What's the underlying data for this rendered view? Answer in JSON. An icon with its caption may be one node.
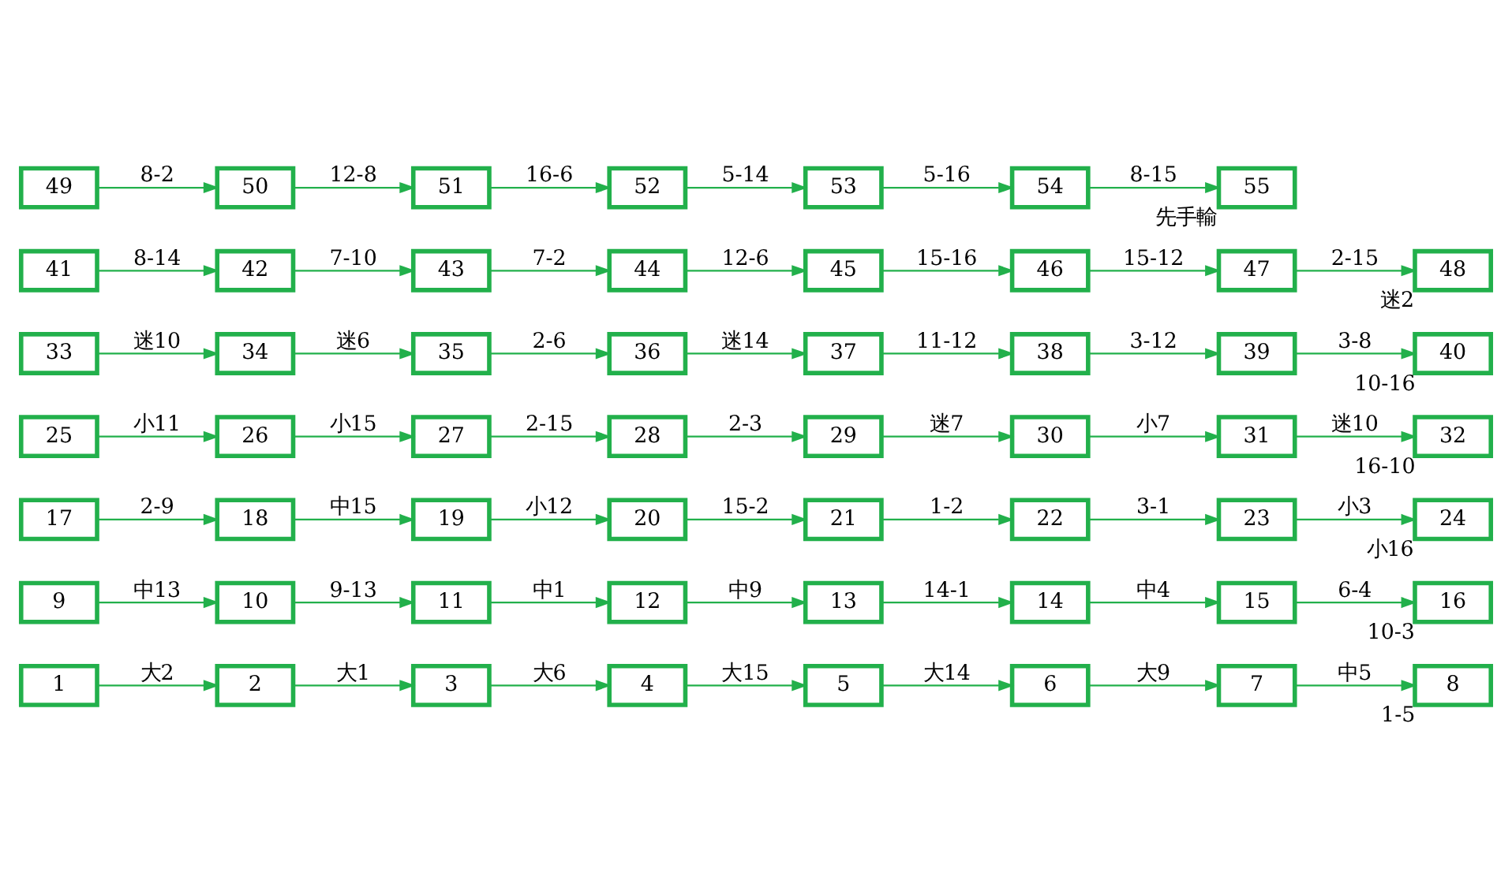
{
  "diagram": {
    "nodes": [
      {
        "text": [
          "1"
        ]
      },
      {
        "text": [
          "2"
        ]
      },
      {
        "text": [
          "3"
        ]
      },
      {
        "text": [
          "4"
        ]
      },
      {
        "text": [
          "5"
        ]
      },
      {
        "text": [
          "6"
        ]
      },
      {
        "text": [
          "7"
        ]
      },
      {
        "text": [
          "8"
        ],
        "beside": [
          "1-5"
        ]
      },
      {
        "text": [
          "9"
        ]
      },
      {
        "text": [
          "10"
        ]
      },
      {
        "text": [
          "11"
        ]
      },
      {
        "text": [
          "12"
        ]
      },
      {
        "text": [
          "13"
        ]
      },
      {
        "text": [
          "14"
        ]
      },
      {
        "text": [
          "15"
        ]
      },
      {
        "text": [
          "16"
        ],
        "beside": [
          "10-3"
        ]
      },
      {
        "text": [
          "17"
        ]
      },
      {
        "text": [
          "18"
        ]
      },
      {
        "text": [
          "19"
        ]
      },
      {
        "text": [
          "20"
        ]
      },
      {
        "text": [
          "21"
        ]
      },
      {
        "text": [
          "22"
        ]
      },
      {
        "text": [
          "23"
        ]
      },
      {
        "text": [
          "24"
        ],
        "beside": [
          "小16"
        ]
      },
      {
        "text": [
          "25"
        ]
      },
      {
        "text": [
          "26"
        ]
      },
      {
        "text": [
          "27"
        ]
      },
      {
        "text": [
          "28"
        ]
      },
      {
        "text": [
          "29"
        ]
      },
      {
        "text": [
          "30"
        ]
      },
      {
        "text": [
          "31"
        ]
      },
      {
        "text": [
          "32"
        ],
        "beside": [
          "16-10"
        ]
      },
      {
        "text": [
          "33"
        ]
      },
      {
        "text": [
          "34"
        ]
      },
      {
        "text": [
          "35"
        ]
      },
      {
        "text": [
          "36"
        ]
      },
      {
        "text": [
          "37"
        ]
      },
      {
        "text": [
          "38"
        ]
      },
      {
        "text": [
          "39"
        ]
      },
      {
        "text": [
          "40"
        ],
        "beside": [
          "10-16"
        ]
      },
      {
        "text": [
          "41"
        ]
      },
      {
        "text": [
          "42"
        ]
      },
      {
        "text": [
          "43"
        ]
      },
      {
        "text": [
          "44"
        ]
      },
      {
        "text": [
          "45"
        ]
      },
      {
        "text": [
          "46"
        ]
      },
      {
        "text": [
          "47"
        ]
      },
      {
        "text": [
          "48"
        ],
        "beside": [
          "迷2"
        ]
      },
      {
        "text": [
          "49"
        ]
      },
      {
        "text": [
          "50"
        ]
      },
      {
        "text": [
          "51"
        ]
      },
      {
        "text": [
          "52"
        ]
      },
      {
        "text": [
          "53"
        ]
      },
      {
        "text": [
          "54"
        ]
      },
      {
        "text": [
          "55"
        ],
        "beside": [
          "先手輸"
        ]
      }
    ],
    "edges": [
      {
        "from": 0,
        "to": 1,
        "arrow": "to",
        "label": "大2"
      },
      {
        "from": 1,
        "to": 2,
        "arrow": "to",
        "label": "大1"
      },
      {
        "from": 2,
        "to": 3,
        "arrow": "to",
        "label": "大6"
      },
      {
        "from": 3,
        "to": 4,
        "arrow": "to",
        "label": "大15"
      },
      {
        "from": 4,
        "to": 5,
        "arrow": "to",
        "label": "大14"
      },
      {
        "from": 5,
        "to": 6,
        "arrow": "to",
        "label": "大9"
      },
      {
        "from": 6,
        "to": 7,
        "arrow": "to",
        "label": "中5"
      },
      {
        "from": 8,
        "to": 9,
        "arrow": "to",
        "label": "中13"
      },
      {
        "from": 9,
        "to": 10,
        "arrow": "to",
        "label": "9-13"
      },
      {
        "from": 10,
        "to": 11,
        "arrow": "to",
        "label": "中1"
      },
      {
        "from": 11,
        "to": 12,
        "arrow": "to",
        "label": "中9"
      },
      {
        "from": 12,
        "to": 13,
        "arrow": "to",
        "label": "14-1"
      },
      {
        "from": 13,
        "to": 14,
        "arrow": "to",
        "label": "中4"
      },
      {
        "from": 14,
        "to": 15,
        "arrow": "to",
        "label": "6-4"
      },
      {
        "from": 16,
        "to": 17,
        "arrow": "to",
        "label": "2-9"
      },
      {
        "from": 17,
        "to": 18,
        "arrow": "to",
        "label": "中15"
      },
      {
        "from": 18,
        "to": 19,
        "arrow": "to",
        "label": "小12"
      },
      {
        "from": 19,
        "to": 20,
        "arrow": "to",
        "label": "15-2"
      },
      {
        "from": 20,
        "to": 21,
        "arrow": "to",
        "label": "1-2"
      },
      {
        "from": 21,
        "to": 22,
        "arrow": "to",
        "label": "3-1"
      },
      {
        "from": 22,
        "to": 23,
        "arrow": "to",
        "label": "小3"
      },
      {
        "from": 24,
        "to": 25,
        "arrow": "to",
        "label": "小11"
      },
      {
        "from": 25,
        "to": 26,
        "arrow": "to",
        "label": "小15"
      },
      {
        "from": 26,
        "to": 27,
        "arrow": "to",
        "label": "2-15"
      },
      {
        "from": 27,
        "to": 28,
        "arrow": "to",
        "label": "2-3"
      },
      {
        "from": 28,
        "to": 29,
        "arrow": "to",
        "label": "迷7"
      },
      {
        "from": 29,
        "to": 30,
        "arrow": "to",
        "label": "小7"
      },
      {
        "from": 30,
        "to": 31,
        "arrow": "to",
        "label": "迷10"
      },
      {
        "from": 32,
        "to": 33,
        "arrow": "to",
        "label": "迷10"
      },
      {
        "from": 33,
        "to": 34,
        "arrow": "to",
        "label": "迷6"
      },
      {
        "from": 34,
        "to": 35,
        "arrow": "to",
        "label": "2-6"
      },
      {
        "from": 35,
        "to": 36,
        "arrow": "to",
        "label": "迷14"
      },
      {
        "from": 36,
        "to": 37,
        "arrow": "to",
        "label": "11-12"
      },
      {
        "from": 37,
        "to": 38,
        "arrow": "to",
        "label": "3-12"
      },
      {
        "from": 38,
        "to": 39,
        "arrow": "to",
        "label": "3-8"
      },
      {
        "from": 40,
        "to": 41,
        "arrow": "to",
        "label": "8-14"
      },
      {
        "from": 41,
        "to": 42,
        "arrow": "to",
        "label": "7-10"
      },
      {
        "from": 42,
        "to": 43,
        "arrow": "to",
        "label": "7-2"
      },
      {
        "from": 43,
        "to": 44,
        "arrow": "to",
        "label": "12-6"
      },
      {
        "from": 44,
        "to": 45,
        "arrow": "to",
        "label": "15-16"
      },
      {
        "from": 45,
        "to": 46,
        "arrow": "to",
        "label": "15-12"
      },
      {
        "from": 46,
        "to": 47,
        "arrow": "to",
        "label": "2-15"
      },
      {
        "from": 48,
        "to": 49,
        "arrow": "to",
        "label": "8-2"
      },
      {
        "from": 49,
        "to": 50,
        "arrow": "to",
        "label": "12-8"
      },
      {
        "from": 50,
        "to": 51,
        "arrow": "to",
        "label": "16-6"
      },
      {
        "from": 51,
        "to": 52,
        "arrow": "to",
        "label": "5-14"
      },
      {
        "from": 52,
        "to": 53,
        "arrow": "to",
        "label": "5-16"
      },
      {
        "from": 53,
        "to": 54,
        "arrow": "to",
        "label": "8-15"
      }
    ]
  }
}
